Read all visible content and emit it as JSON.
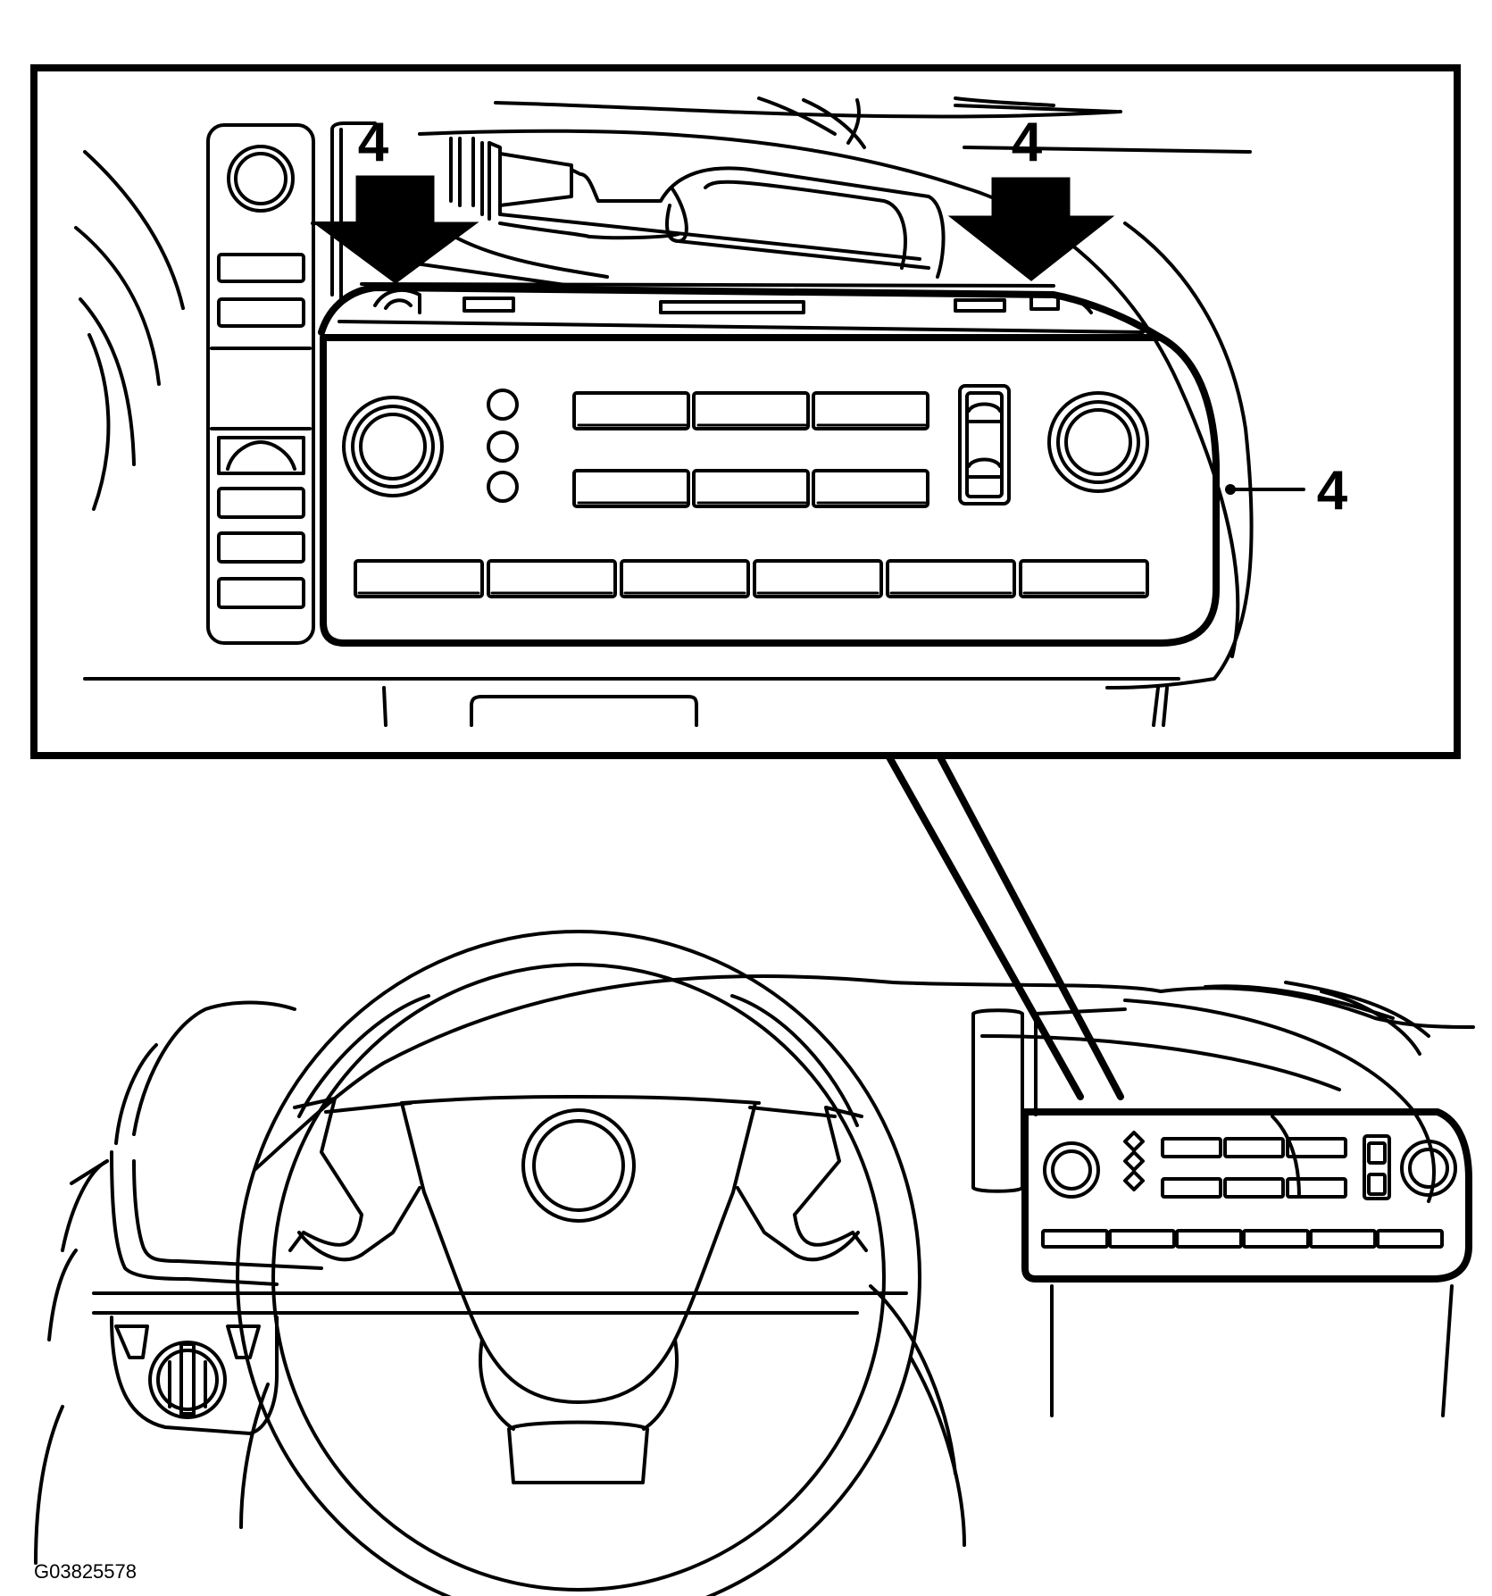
{
  "callouts": {
    "left_arrow_label": "4",
    "right_arrow_label": "4",
    "side_label": "4"
  },
  "figure_id": "G03825578",
  "colors": {
    "ink": "#000000",
    "paper": "#ffffff"
  },
  "icons": [
    "arrow-down-icon",
    "arrow-down-icon"
  ]
}
